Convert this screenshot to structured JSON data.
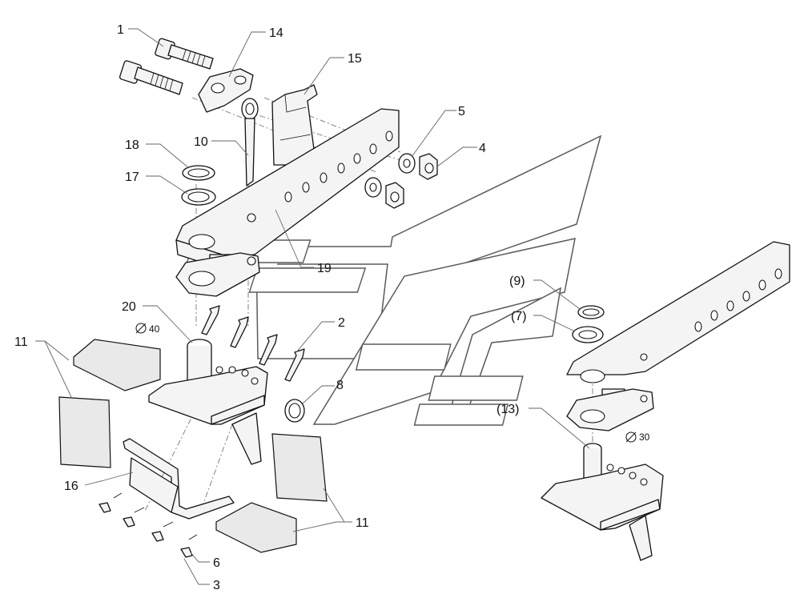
{
  "labels": {
    "l1": "1",
    "l14": "14",
    "l15": "15",
    "l5": "5",
    "l4": "4",
    "l18": "18",
    "l10": "10",
    "l17": "17",
    "l19": "19",
    "l20": "20",
    "l2": "2",
    "l11a": "11",
    "l8": "8",
    "l16": "16",
    "l11b": "11",
    "l6": "6",
    "l3": "3",
    "l9": "(9)",
    "l7": "(7)",
    "l13": "(13)"
  },
  "dimensions": {
    "d40": "40",
    "d30": "30"
  }
}
